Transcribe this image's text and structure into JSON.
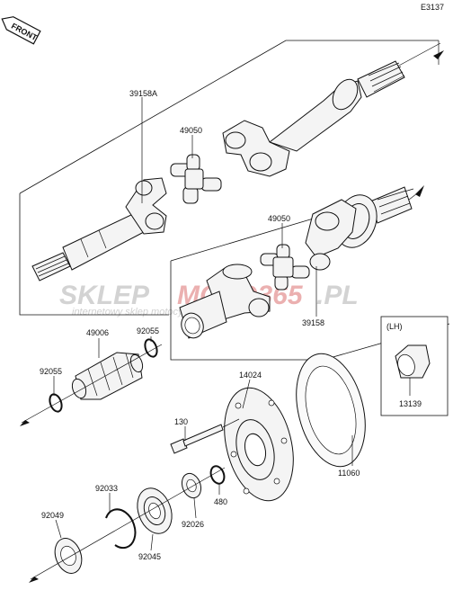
{
  "diagram": {
    "code": "E3137",
    "front_label": "FRONT",
    "watermark": {
      "brand_gray": "SKLEP",
      "brand_red": "MOTO365",
      "brand_tld": ".PL",
      "tagline": "internetowy sklep motocyklowy",
      "gray_color": "#c9c9c9",
      "red_color": "#e6a0a0"
    },
    "labels": {
      "p39158A": "39158A",
      "p49050_a": "49050",
      "p49050_b": "49050",
      "p39158": "39158",
      "p49006": "49006",
      "p92055_a": "92055",
      "p92055_b": "92055",
      "p14024": "14024",
      "p130": "130",
      "p11060": "11060",
      "p480": "480",
      "p92026": "92026",
      "p92033": "92033",
      "p92045": "92045",
      "p92049": "92049",
      "lh": "(LH)",
      "p13139": "13139"
    }
  }
}
